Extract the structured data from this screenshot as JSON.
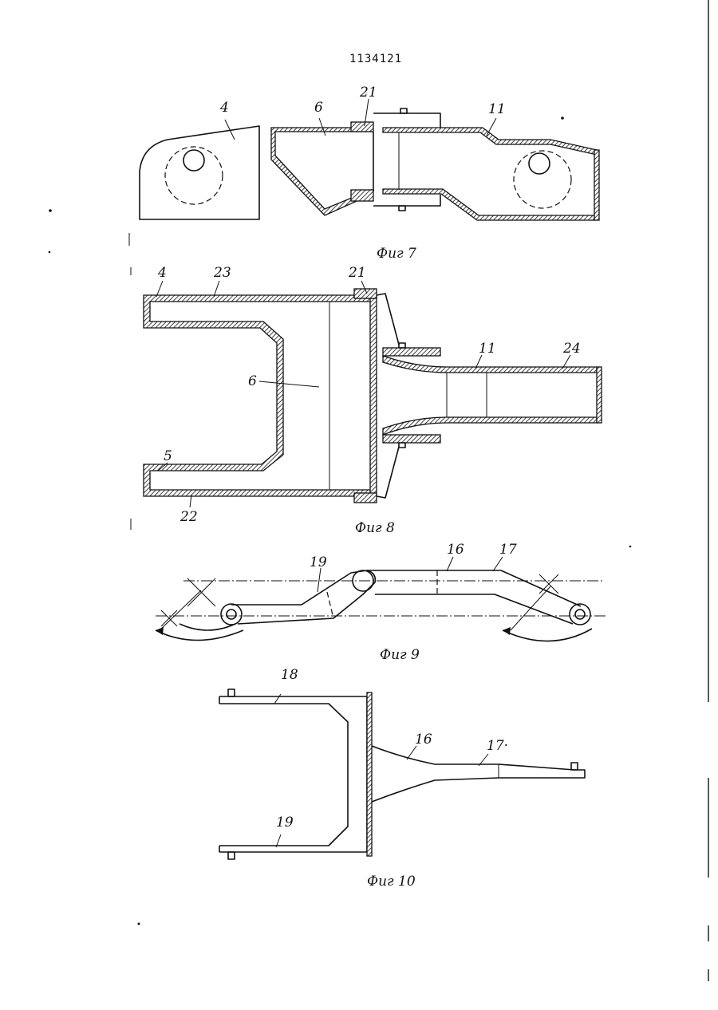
{
  "document_number": "1134121",
  "figures": [
    {
      "caption": "Фиг 7",
      "labels": [
        "4",
        "6",
        "21",
        "11"
      ]
    },
    {
      "caption": "Фиг 8",
      "labels": [
        "4",
        "23",
        "21",
        "6",
        "11",
        "24",
        "5",
        "22"
      ]
    },
    {
      "caption": "Фиг 9",
      "labels": [
        "19",
        "16",
        "17"
      ]
    },
    {
      "caption": "Фиг 10",
      "labels": [
        "18",
        "16",
        "17·",
        "19"
      ]
    }
  ]
}
